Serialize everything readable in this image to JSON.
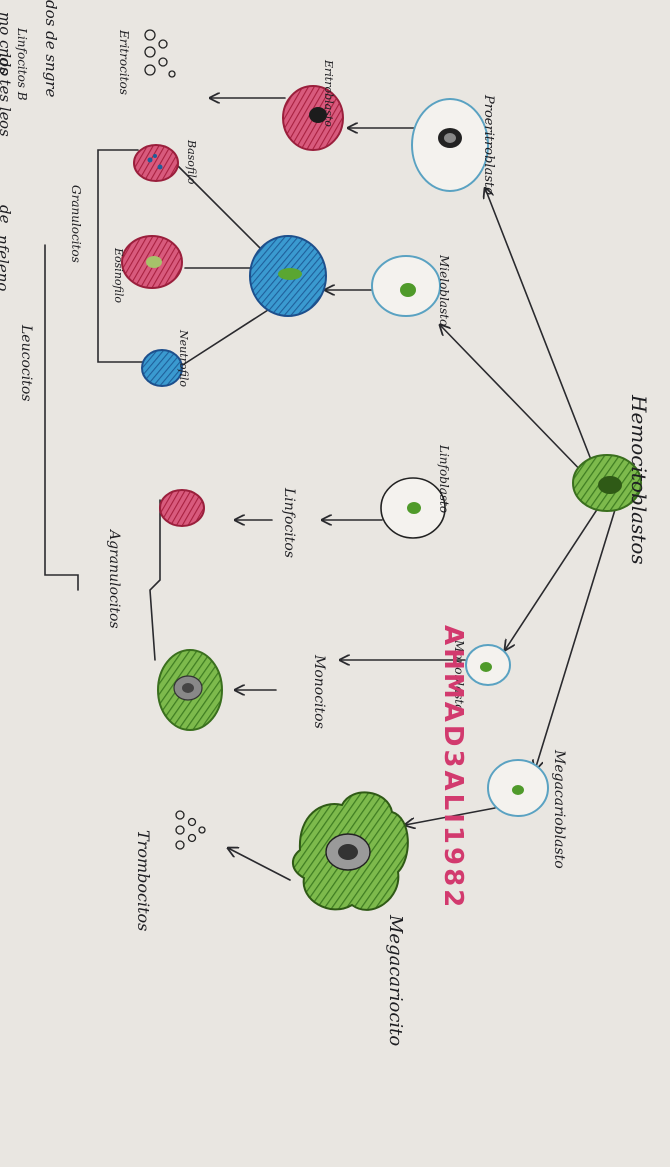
{
  "left_margin_notes": [
    "mo c los tes le",
    "dos de sngre",
    "ndo",
    "os",
    "de",
    "nfeleno"
  ],
  "labels": {
    "hemocitoblastos": "Hemocitoblastos",
    "proeritroblasto": "Proeritroblasto",
    "eritroblasto": "Eritroblasto",
    "eritrocitos": "Eritrocitos",
    "mieloblasto": "Mieloblasto",
    "basofilo": "Basofilo",
    "eosinofilo": "Eosinofilo",
    "neutrofilo": "Neutrofilo",
    "granulocitos": "Granulocitos",
    "leucocitos": "Leucocitos",
    "linfoblasto": "Linfoblasto",
    "linfocitos": "Linfocitos",
    "linfocitos_b": "Linfocitos B",
    "monoblasto": "Monoblasto",
    "monocitos": "Monocitos",
    "agranulocitos": "Agranulocitos",
    "megacarioblasto": "Megacarioblasto",
    "megacariocito": "Megacariocito",
    "trombocitos": "Trombocitos"
  },
  "watermark": "AHMAD3ALI1982",
  "colors": {
    "paper": "#e9e6e1",
    "ink": "#1e1e22",
    "green": "#4f9a2a",
    "blue": "#2b7fb8",
    "pink": "#c8355a",
    "teal_outline": "#5aa2c2",
    "watermark": "#d23a6e"
  }
}
